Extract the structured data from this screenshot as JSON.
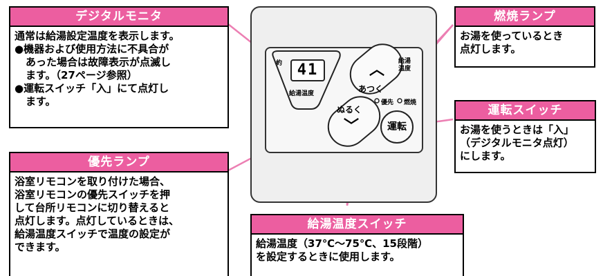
{
  "boxes": {
    "digital_monitor": {
      "title": "デジタルモニタ",
      "lines": [
        "通常は給湯設定温度を表示します。",
        "●機器および使用方法に不具合が",
        "あった場合は故障表示が点滅し",
        "ます。（27ページ参照）",
        "●運転スイッチ「入」にて点灯し",
        "ます。"
      ]
    },
    "priority_lamp": {
      "title": "優先ランプ",
      "lines": [
        "浴室リモコンを取り付けた場合、",
        "浴室リモコンの優先スイッチを押",
        "して台所リモコンに切り替えると",
        "点灯します。点灯しているときは、",
        "給湯温度スイッチで温度の設定が",
        "できます。"
      ]
    },
    "combustion_lamp": {
      "title": "燃焼ランプ",
      "lines": [
        "お湯を使っているとき",
        "点灯します。"
      ]
    },
    "run_switch": {
      "title": "運転スイッチ",
      "lines": [
        "お湯を使うときは「入」",
        "（デジタルモニタ点灯）",
        "にします。"
      ]
    },
    "temp_switch": {
      "title": "給湯温度スイッチ",
      "lines": [
        "給湯温度（37℃～75℃、15段階）",
        "を設定するときに使用します。"
      ]
    }
  },
  "remote": {
    "display_value": "41",
    "label_yaku": "約",
    "label_supply_temp": "給湯温度",
    "label_hot": "あつく",
    "label_lukewarm": "ぬるく",
    "label_priority": "優先",
    "label_burn": "燃焼",
    "label_supply_temp_right": "給湯温度",
    "run_button": "運転",
    "up_symbol": "︿",
    "down_symbol": "﹀"
  },
  "colors": {
    "accent": "#ec5ea0",
    "leader": "#ec7fb3"
  }
}
